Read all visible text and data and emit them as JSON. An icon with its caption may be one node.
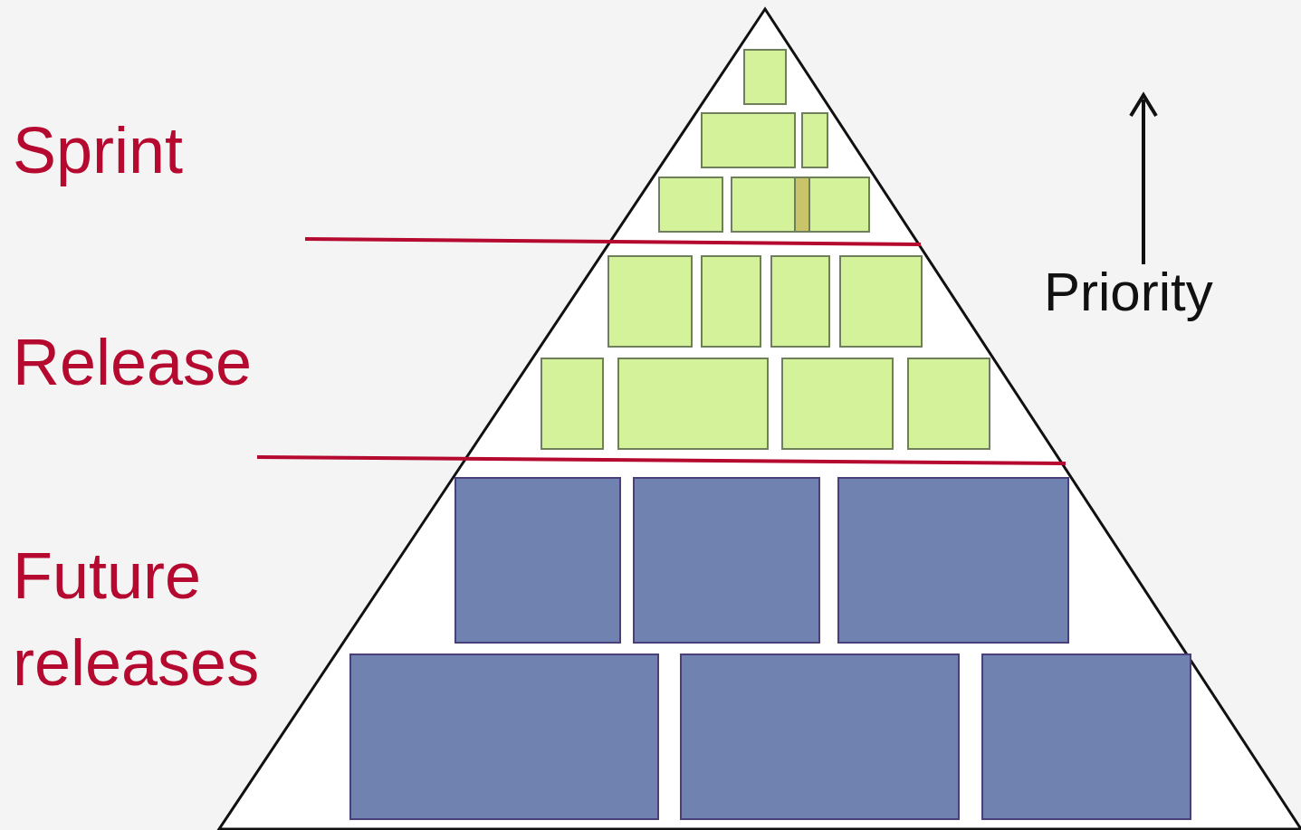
{
  "diagram": {
    "labels": [
      "Sprint",
      "Release",
      "Future releases",
      "Priority"
    ]
  }
}
